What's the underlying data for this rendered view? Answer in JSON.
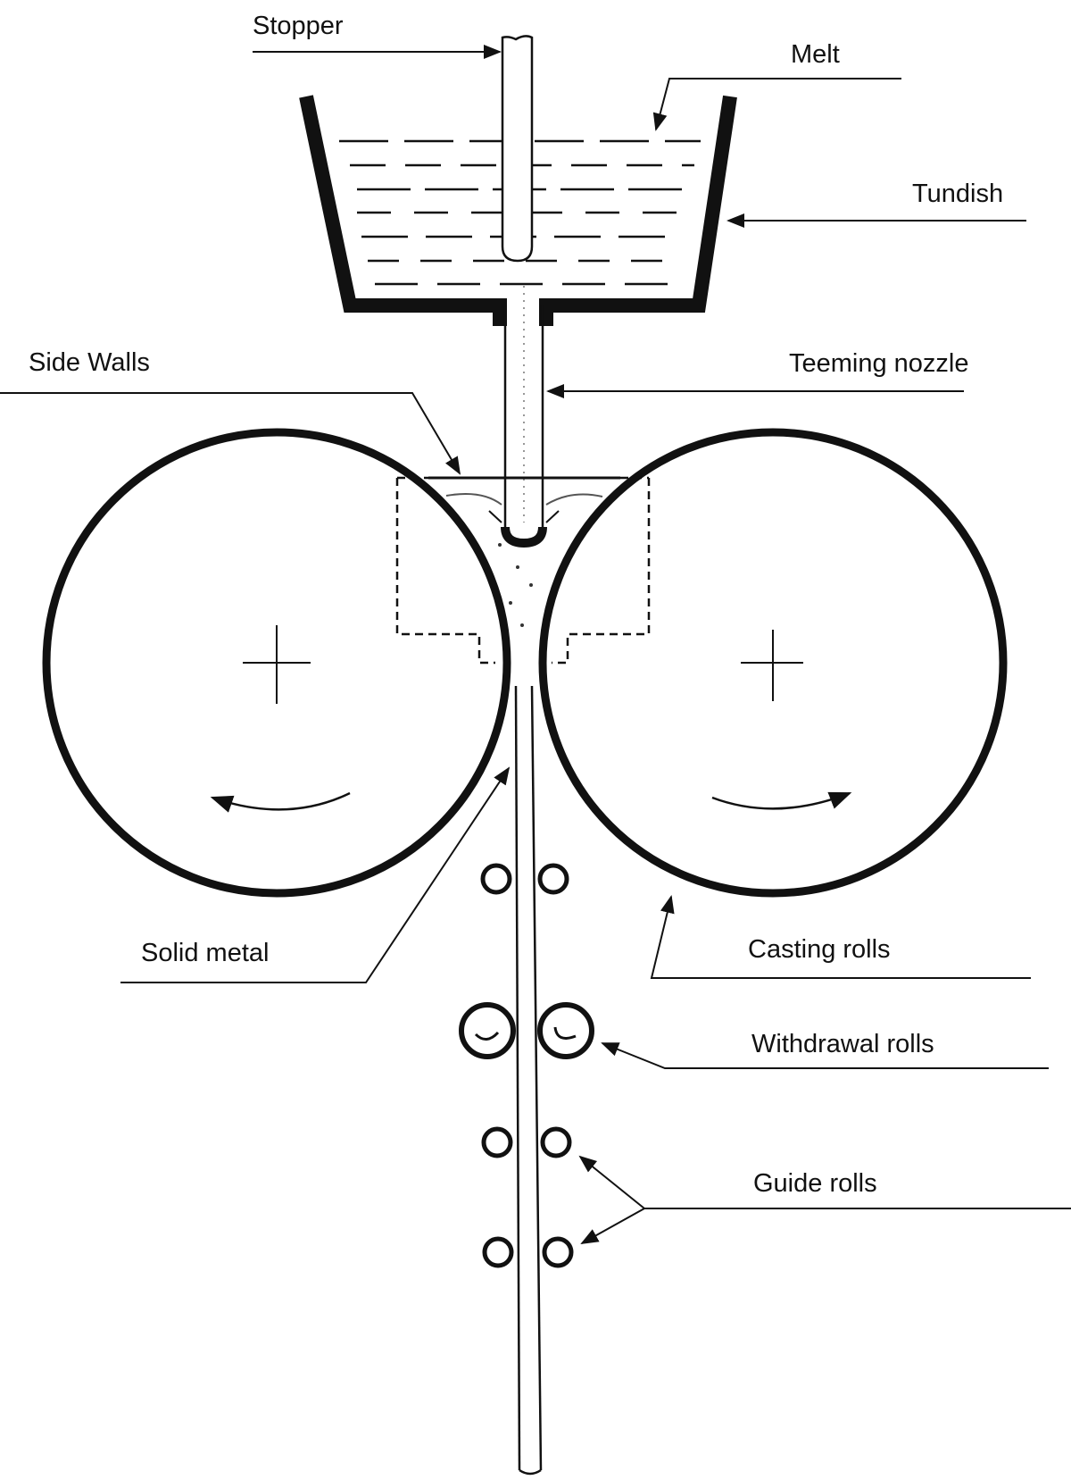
{
  "labels": {
    "stopper": "Stopper",
    "melt": "Melt",
    "tundish": "Tundish",
    "side_walls": "Side Walls",
    "teeming_nozzle": "Teeming nozzle",
    "solid_metal": "Solid metal",
    "casting_rolls": "Casting rolls",
    "withdrawal_rolls": "Withdrawal rolls",
    "guide_rolls": "Guide rolls"
  },
  "colors": {
    "ink": "#111111",
    "background": "#ffffff"
  }
}
